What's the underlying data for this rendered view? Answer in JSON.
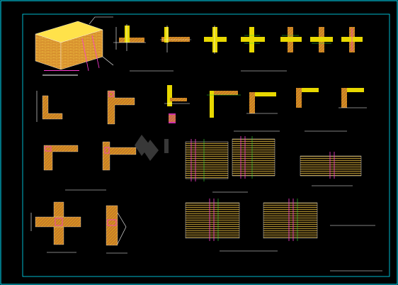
{
  "drawing": {
    "colors": {
      "background": "#000000",
      "frame": "#00e5ff",
      "wall_fill": "#c8782a",
      "block_fill": "#e8d800",
      "rebar": "#ff3bd4",
      "insulation": "#33e033",
      "dimension": "#ffffff"
    },
    "title_block": {
      "text": ""
    },
    "watermark": {
      "text": ""
    }
  },
  "captions": {
    "iso_block": "",
    "iso_block_sub": "",
    "row1_left": "",
    "row1_right": "",
    "row2_left": "",
    "row2_mid": "",
    "row2_right": "",
    "row3_mid": "",
    "row3_right": "",
    "row4_left": "",
    "row4_mid": "",
    "row4_right": ""
  },
  "details": [
    "iso-block-wall",
    "slab-joint-1",
    "slab-joint-2",
    "cross-1",
    "cross-2",
    "cross-3",
    "cross-4",
    "l-corner-1",
    "l-corner-2",
    "t-junction-1",
    "t-junction-2",
    "cross-junction",
    "column-detail",
    "wall-elev-1",
    "wall-elev-2",
    "wall-elev-3",
    "wall-elev-4",
    "wall-elev-5"
  ]
}
